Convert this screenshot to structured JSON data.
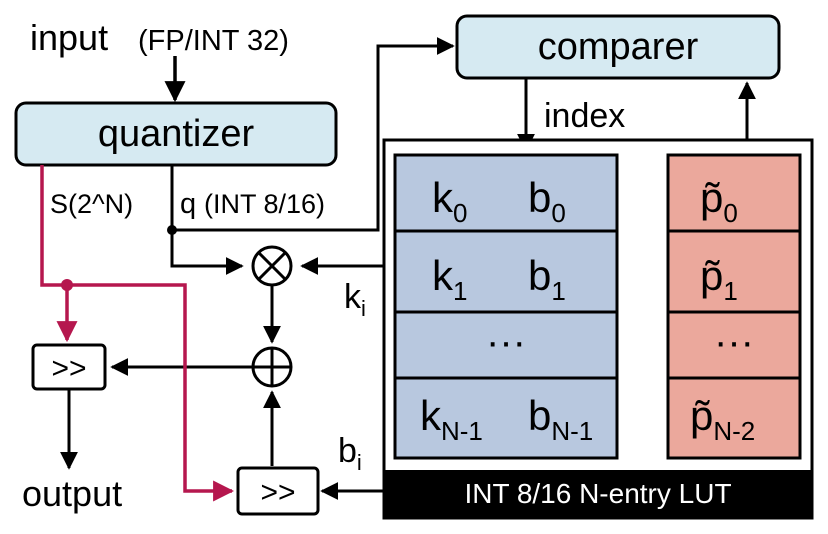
{
  "labels": {
    "input": "input",
    "input_type": "(FP/INT 32)",
    "quantizer": "quantizer",
    "comparer": "comparer",
    "index": "index",
    "scale": "S(2^N)",
    "q_label": "q",
    "q_type": "(INT 8/16)",
    "ki": "k",
    "ki_sub": "i",
    "bi": "b",
    "bi_sub": "i",
    "output": "output",
    "shift_top": ">>",
    "shift_bottom": ">>",
    "lut_caption": "INT 8/16 N-entry LUT",
    "mul_symbol": "⊗",
    "add_symbol": "⊕"
  },
  "lut_rows": [
    {
      "k": "k",
      "k_sub": "0",
      "b": "b",
      "b_sub": "0"
    },
    {
      "k": "k",
      "k_sub": "1",
      "b": "b",
      "b_sub": "1"
    },
    {
      "ellipsis": "···"
    },
    {
      "k": "k",
      "k_sub": "N-1",
      "b": "b",
      "b_sub": "N-1"
    }
  ],
  "p_rows": [
    {
      "p": "p̃",
      "sub": "0"
    },
    {
      "p": "p̃",
      "sub": "1"
    },
    {
      "ellipsis": "···"
    },
    {
      "p": "p̃",
      "sub": "N-2"
    }
  ],
  "colors": {
    "quantizer_fill": "#d6eaf2",
    "comparer_fill": "#d6eaf2",
    "lut_fill": "#b8c8df",
    "p_fill": "#eba89c",
    "scale_line": "#b5174e",
    "caption_bg": "#000000",
    "caption_text": "#ffffff"
  }
}
